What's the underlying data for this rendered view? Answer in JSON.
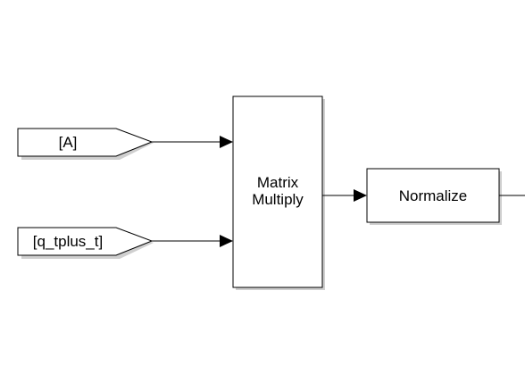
{
  "diagram": {
    "goto_tag_a": "[A]",
    "goto_tag_q": "[q_tplus_t]",
    "matrix_multiply": {
      "line1": "Matrix",
      "line2": "Multiply"
    },
    "normalize": "Normalize"
  },
  "colors": {
    "background": "#ffffff",
    "stroke": "#000000",
    "shadow": "#cfcfcf"
  }
}
